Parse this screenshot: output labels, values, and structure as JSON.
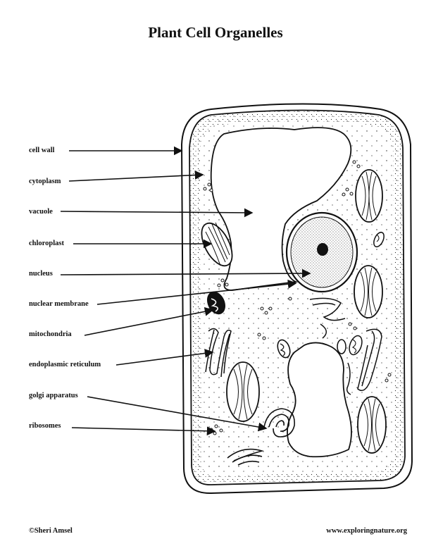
{
  "title": "Plant Cell Organelles",
  "labels": [
    {
      "id": "cell-wall",
      "text": "cell wall"
    },
    {
      "id": "cytoplasm",
      "text": "cytoplasm"
    },
    {
      "id": "vacuole",
      "text": "vacuole"
    },
    {
      "id": "chloroplast",
      "text": "chloroplast"
    },
    {
      "id": "nucleus",
      "text": "nucleus"
    },
    {
      "id": "nuclear-membrane",
      "text": "nuclear membrane"
    },
    {
      "id": "mitochondria",
      "text": "mitochondria"
    },
    {
      "id": "endoplasmic-reticulum",
      "text": "endoplasmic reticulum"
    },
    {
      "id": "golgi-apparatus",
      "text": "golgi apparatus"
    },
    {
      "id": "ribosomes",
      "text": "ribosomes"
    }
  ],
  "footer": {
    "copyright": "©Sheri Amsel",
    "website": "www.exploringnature.org"
  }
}
